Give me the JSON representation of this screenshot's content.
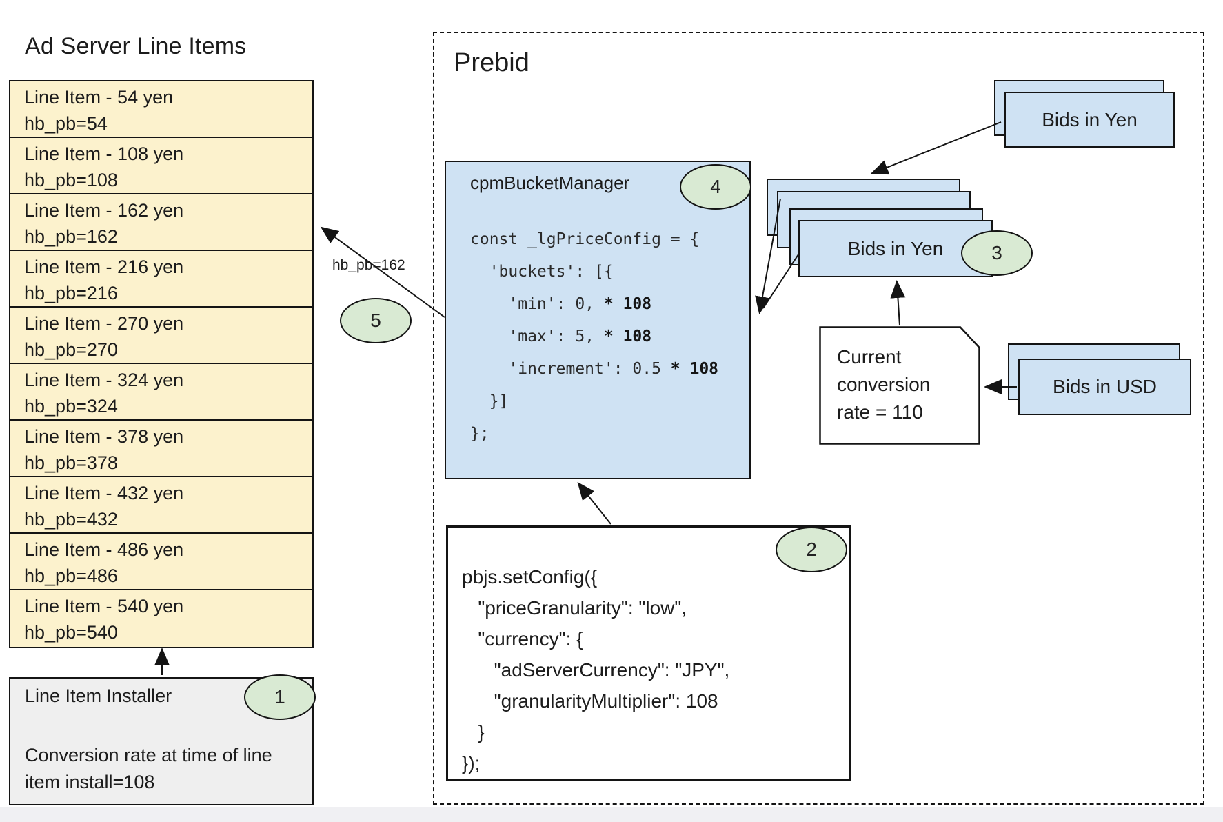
{
  "colors": {
    "blue": "#cfe2f3",
    "green": "#d9ead3",
    "yellow": "#fcf2cd",
    "gray": "#efefef"
  },
  "ad_server": {
    "title": "Ad Server Line Items",
    "line_items": [
      {
        "label": "Line Item - 54 yen",
        "key": "hb_pb=54"
      },
      {
        "label": "Line Item - 108 yen",
        "key": "hb_pb=108"
      },
      {
        "label": "Line Item - 162 yen",
        "key": "hb_pb=162"
      },
      {
        "label": "Line Item - 216 yen",
        "key": "hb_pb=216"
      },
      {
        "label": "Line Item - 270 yen",
        "key": "hb_pb=270"
      },
      {
        "label": "Line Item - 324 yen",
        "key": "hb_pb=324"
      },
      {
        "label": "Line Item - 378 yen",
        "key": "hb_pb=378"
      },
      {
        "label": "Line Item - 432 yen",
        "key": "hb_pb=432"
      },
      {
        "label": "Line Item - 486 yen",
        "key": "hb_pb=486"
      },
      {
        "label": "Line Item - 540 yen",
        "key": "hb_pb=540"
      }
    ],
    "installer": {
      "step": "1",
      "title": "Line Item Installer",
      "note": "Conversion rate at time of line item install=108"
    }
  },
  "prebid": {
    "label": "Prebid",
    "cpm_bucket_manager": {
      "step": "4",
      "title": "cpmBucketManager",
      "code": [
        {
          "text": "const _lgPriceConfig = {"
        },
        {
          "text": "  'buckets': [{"
        },
        {
          "text": "    'min': 0, ",
          "bold": "* 108"
        },
        {
          "text": "    'max': 5, ",
          "bold": "* 108"
        },
        {
          "text": "    'increment': 0.5 ",
          "bold": "* 108"
        },
        {
          "text": "  }]"
        },
        {
          "text": "};"
        }
      ]
    },
    "pbjs_config": {
      "step": "2",
      "code": [
        "pbjs.setConfig({",
        "   \"priceGranularity\": \"low\",",
        "   \"currency\": {",
        "      \"adServerCurrency\": \"JPY\",",
        "      \"granularityMultiplier\": 108",
        "   }",
        "});"
      ]
    },
    "bids_in_yen_incoming": {
      "label": "Bids in Yen"
    },
    "bids_in_yen_converted": {
      "step": "3",
      "label": "Bids in Yen"
    },
    "bids_in_usd": {
      "label": "Bids in USD"
    },
    "conversion_note": {
      "text": "Current\nconversion\nrate = 110"
    },
    "hb_key_label": "hb_pb=162",
    "bucket_step": "5"
  }
}
